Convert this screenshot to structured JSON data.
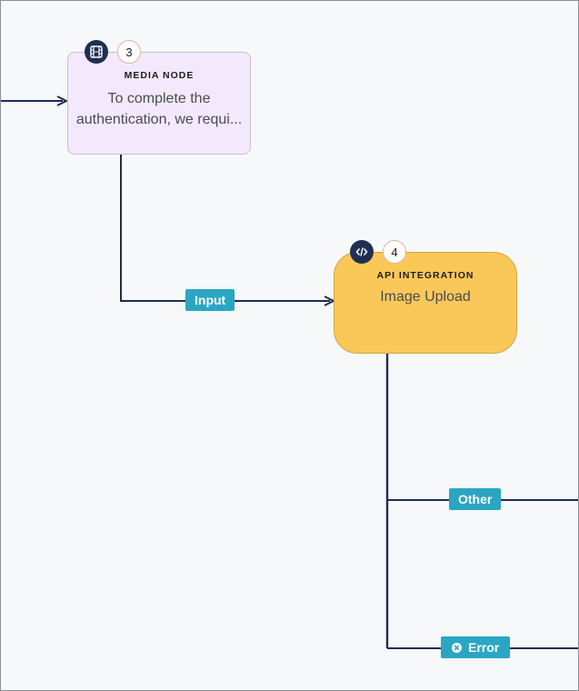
{
  "nodes": {
    "media": {
      "type_label": "MEDIA NODE",
      "step": "3",
      "text_line1": "To complete the",
      "text_line2": "authentication, we requi...",
      "icon": "film-icon",
      "background_color": "#f3e8fc"
    },
    "api": {
      "type_label": "API INTEGRATION",
      "step": "4",
      "text": "Image Upload",
      "icon": "code-icon",
      "background_color": "#fac858"
    }
  },
  "edges": {
    "input_label": "Input",
    "other_label": "Other",
    "error_label": "Error"
  },
  "colors": {
    "wire": "#1f2f52",
    "edge_label": "#2aa6c2",
    "icon_badge": "#1f2f52"
  }
}
